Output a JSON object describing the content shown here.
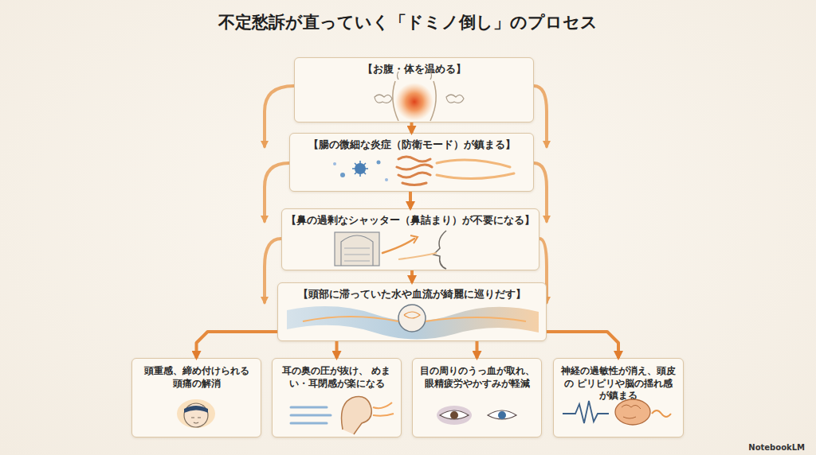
{
  "diagram": {
    "title": "不定愁訴が直っていく「ドミノ倒し」のプロセス",
    "nodes": [
      {
        "text": [
          "【お腹・体を温める】"
        ]
      },
      {
        "text": [
          "【腸の微細な炎症（防衛モード）が鎮まる】"
        ]
      },
      {
        "text": [
          "【鼻の過剰なシャッター（鼻詰まり）が不要になる】"
        ]
      },
      {
        "text": [
          "【頭部に滞っていた水や血流が綺麗に巡りだす】"
        ]
      },
      {
        "text": [
          "頭重感、締め付けられる 頭痛の解消"
        ]
      },
      {
        "text": [
          "耳の奥の圧が抜け、 めまい・耳閉感が楽になる"
        ]
      },
      {
        "text": [
          "目の周りのうっ血が取れ、 眼精疲労やかすみが軽減"
        ]
      },
      {
        "text": [
          "神経の過敏性が消え、頭皮の ピリピリや脳の揺れ感が鎮まる"
        ]
      }
    ],
    "edges": [
      {
        "from": 0,
        "to": 1,
        "arrow": "to"
      },
      {
        "from": 1,
        "to": 2,
        "arrow": "to"
      },
      {
        "from": 2,
        "to": 3,
        "arrow": "to"
      },
      {
        "from": 3,
        "to": 4,
        "arrow": "to"
      },
      {
        "from": 3,
        "to": 5,
        "arrow": "to"
      },
      {
        "from": 3,
        "to": 6,
        "arrow": "to"
      },
      {
        "from": 3,
        "to": 7,
        "arrow": "to"
      }
    ],
    "labels": [
      "NotebookLM"
    ]
  }
}
